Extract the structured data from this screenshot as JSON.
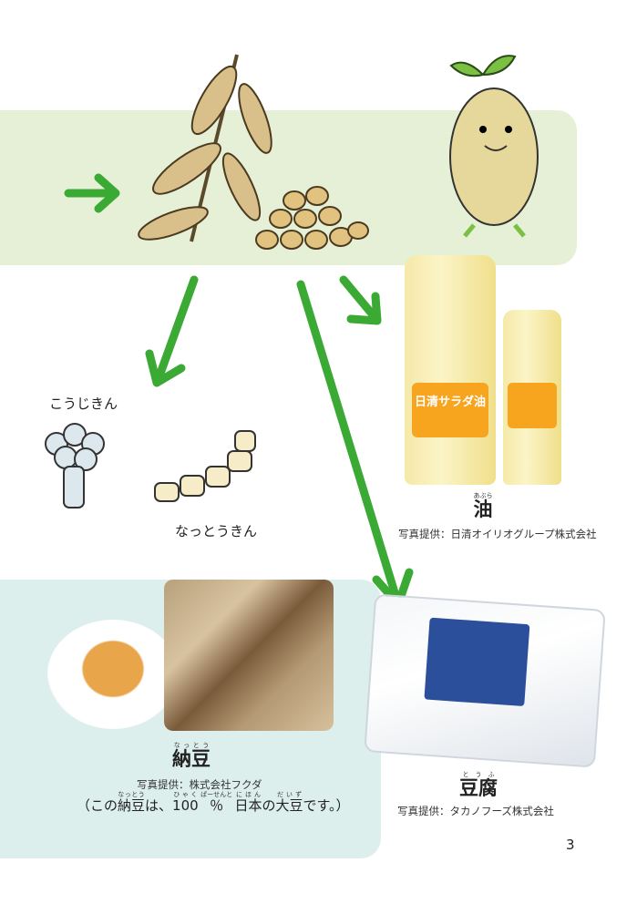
{
  "labels": {
    "koujikin": "こうじきん",
    "nattoukin": "なっとうきん"
  },
  "oil": {
    "title": "油",
    "title_ruby": "あぶら",
    "credit": "写真提供：日清オイリオグループ株式会社",
    "bottle_label": "日清サラダ油"
  },
  "natto": {
    "title": "納豆",
    "title_ruby": "なっとう",
    "credit": "写真提供：株式会社フクダ",
    "note_parts": [
      {
        "text": "（この",
        "ruby": ""
      },
      {
        "text": "納豆",
        "ruby": "なっとう"
      },
      {
        "text": "は、",
        "ruby": ""
      },
      {
        "text": "100",
        "ruby": "ひゃく"
      },
      {
        "text": "％",
        "ruby": "ぱーせんと"
      },
      {
        "text": "日本",
        "ruby": "にほん"
      },
      {
        "text": "の",
        "ruby": ""
      },
      {
        "text": "大豆",
        "ruby": "だいず"
      },
      {
        "text": "です。）",
        "ruby": ""
      }
    ]
  },
  "tofu": {
    "title": "豆腐",
    "title_ruby": "とうふ",
    "credit": "写真提供：タカノフーズ株式会社"
  },
  "page_number": "3",
  "colors": {
    "arrow": "#3aaa35",
    "band": "#e6f0d6",
    "panel": "#dcefed"
  }
}
